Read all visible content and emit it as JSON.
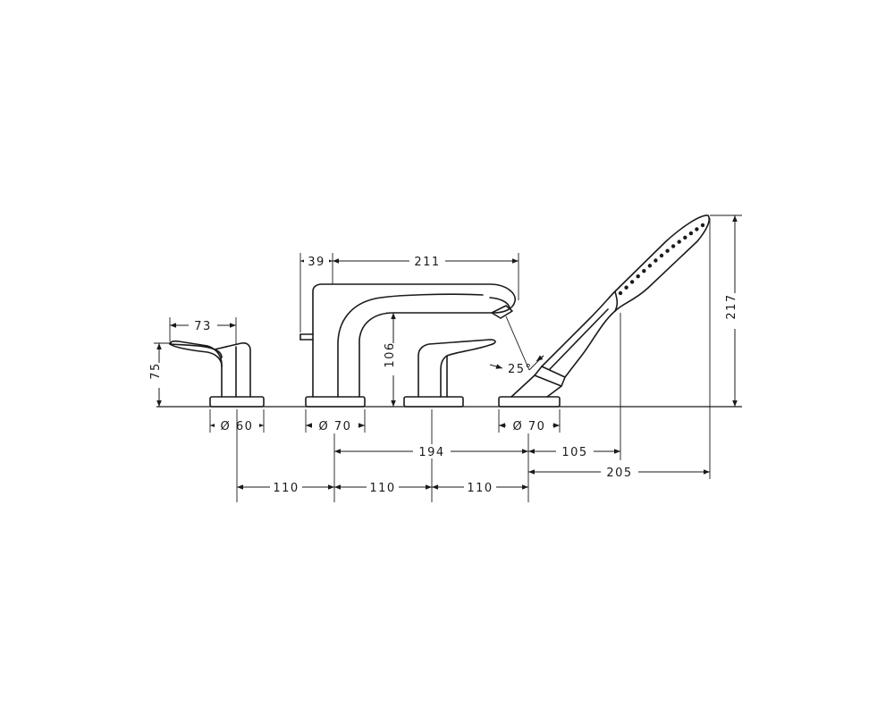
{
  "dimensions": {
    "mixer_spout_projection": "211",
    "spout_offset": "39",
    "handle_width": "73",
    "handle_height": "75",
    "spout_height": "106",
    "spray_angle": "25°",
    "base_diameter_handle": "Ø 60",
    "base_diameter_spout": "Ø 70",
    "base_diameter_shower": "Ø 70",
    "spout_to_shower": "194",
    "shower_hose_offset": "105",
    "shower_length": "205",
    "shower_height": "217",
    "spacing_1": "110",
    "spacing_2": "110",
    "spacing_3": "110"
  }
}
